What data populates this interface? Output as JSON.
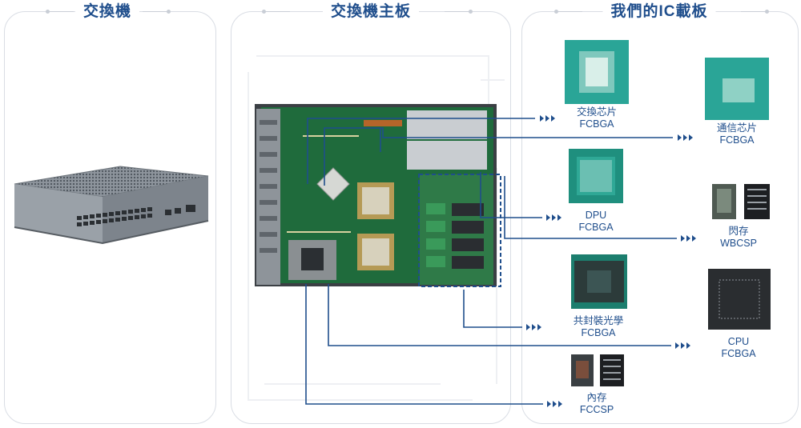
{
  "panels": {
    "left_title": "交換機",
    "middle_title": "交換機主板",
    "right_title": "我們的IC載板"
  },
  "chips": {
    "switch_chip": {
      "name": "交換芯片",
      "package": "FCBGA"
    },
    "comm_chip": {
      "name": "通信芯片",
      "package": "FCBGA"
    },
    "dpu": {
      "name": "DPU",
      "package": "FCBGA"
    },
    "flash": {
      "name": "閃存",
      "package": "WBCSP"
    },
    "cpo": {
      "name": "共封裝光學",
      "package": "FCBGA"
    },
    "cpu": {
      "name": "CPU",
      "package": "FCBGA"
    },
    "memory": {
      "name": "內存",
      "package": "FCCSP"
    }
  },
  "colors": {
    "accent": "#1f4e8c",
    "wire": "#1f4e8c",
    "panel_border": "#d9dde4",
    "substrate_teal": "#2aa597",
    "board_green": "#1f6b3c"
  },
  "icons": [
    "network-switch-icon",
    "motherboard-icon",
    "chip-icon",
    "arrow-right-icon"
  ]
}
